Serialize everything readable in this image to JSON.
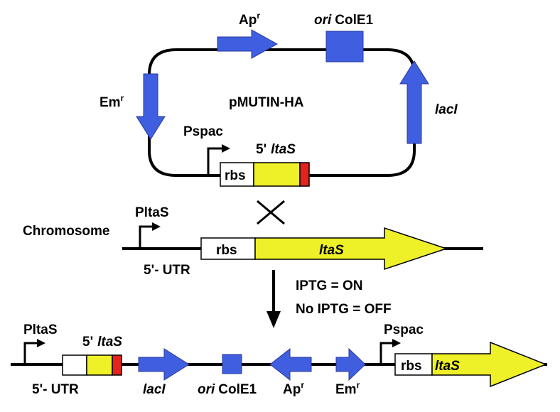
{
  "colors": {
    "blue": "#3f5fe0",
    "yellow": "#eef028",
    "red": "#e3231c",
    "black": "#000000",
    "white": "#ffffff"
  },
  "plasmid": {
    "name": "pMUTIN-HA",
    "amp_resistance": {
      "base": "Ap",
      "sup": "r"
    },
    "ori": {
      "prefix": "ori",
      "name": "ColE1"
    },
    "em_resistance": {
      "base": "Em",
      "sup": "r"
    },
    "lacI": "lacI",
    "promoter": "Pspac",
    "fragment": {
      "prefix": "5'",
      "gene": "ltaS"
    },
    "rbs": "rbs"
  },
  "crossover_icon": "crossover-x-icon",
  "chromosome": {
    "label": "Chromosome",
    "promoter": "PltaS",
    "rbs": "rbs",
    "gene": "ltaS",
    "utr": "5'- UTR"
  },
  "induction": {
    "on": "IPTG = ON",
    "off": "No IPTG = OFF"
  },
  "result": {
    "promoter_left": "PltaS",
    "fragment": {
      "prefix": "5'",
      "gene": "ltaS"
    },
    "utr": "5'- UTR",
    "lacI": "lacI",
    "ori": {
      "prefix": "ori",
      "name": "ColE1"
    },
    "amp_resistance": {
      "base": "Ap",
      "sup": "r"
    },
    "em_resistance": {
      "base": "Em",
      "sup": "r"
    },
    "promoter_right": "Pspac",
    "rbs": "rbs",
    "gene": "ltaS"
  }
}
